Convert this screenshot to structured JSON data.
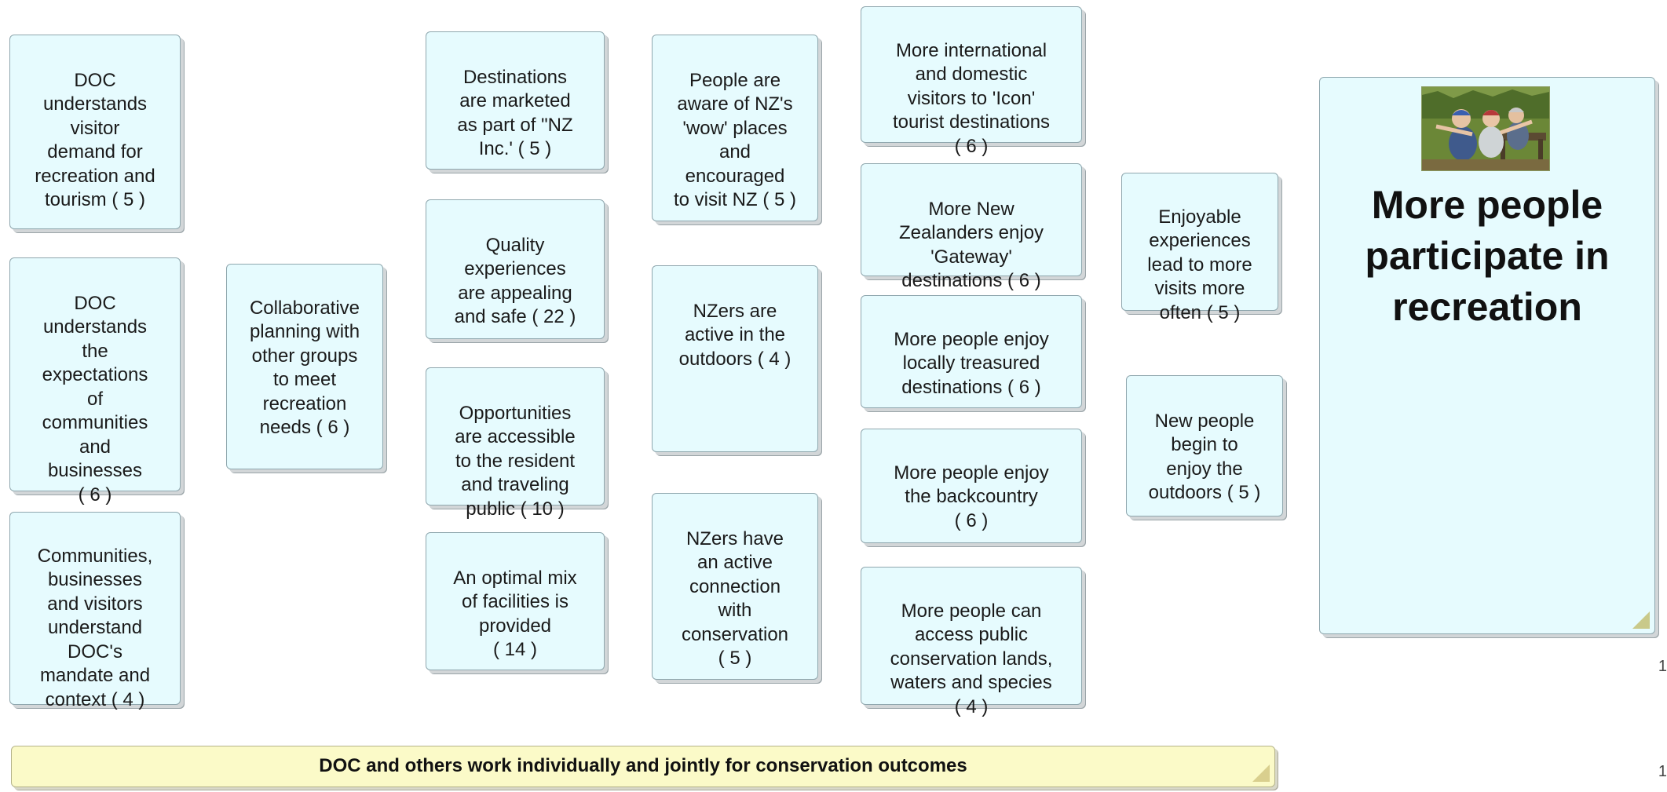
{
  "cards": [
    {
      "id": "c1",
      "text": "DOC\nunderstands\nvisitor\ndemand for\nrecreation and\ntourism ( 5 )"
    },
    {
      "id": "c2",
      "text": "DOC\nunderstands\nthe\nexpectations\nof\ncommunities\nand\nbusinesses\n( 6 )"
    },
    {
      "id": "c3",
      "text": "Communities,\nbusinesses\nand visitors\nunderstand\nDOC's\nmandate and\ncontext ( 4 )"
    },
    {
      "id": "c4",
      "text": "Collaborative\nplanning with\nother groups\nto meet\nrecreation\nneeds (  6 )"
    },
    {
      "id": "c5",
      "text": "Destinations\nare marketed\nas part of \"NZ\nInc.' ( 5 )"
    },
    {
      "id": "c6",
      "text": "Quality\nexperiences\nare appealing\nand safe ( 22 )"
    },
    {
      "id": "c7",
      "text": "Opportunities\nare accessible\nto the resident\nand traveling\npublic ( 10 )"
    },
    {
      "id": "c8",
      "text": "An optimal mix\nof facilities is\nprovided\n( 14 )"
    },
    {
      "id": "c9",
      "text": "People are\naware of NZ's\n'wow'  places\nand\nencouraged\nto visit NZ ( 5 )"
    },
    {
      "id": "c10",
      "text": "NZers are\nactive in the\noutdoors  ( 4 )"
    },
    {
      "id": "c11",
      "text": "NZers have\nan active\nconnection\nwith\nconservation\n( 5 )"
    },
    {
      "id": "c12",
      "text": "More international\nand domestic\nvisitors to 'Icon'\ntourist destinations\n( 6 )"
    },
    {
      "id": "c13",
      "text": "More New\nZealanders enjoy\n'Gateway'\ndestinations ( 6 )"
    },
    {
      "id": "c14",
      "text": "More people enjoy\nlocally treasured\ndestinations    ( 6 )"
    },
    {
      "id": "c15",
      "text": "More people enjoy\nthe backcountry\n( 6 )"
    },
    {
      "id": "c16",
      "text": "More people can\naccess public\nconservation lands,\nwaters and species\n( 4 )"
    },
    {
      "id": "c17",
      "text": "Enjoyable\nexperiences\nlead to more\nvisits more\noften ( 5 )"
    },
    {
      "id": "c18",
      "text": "New people\nbegin to\nenjoy the\noutdoors ( 5 )"
    }
  ],
  "outcome": {
    "title": "More people\nparticipate in\nrecreation"
  },
  "banner": {
    "text": "DOC and others work individually and jointly for conservation outcomes"
  },
  "edge_marks": [
    "1",
    "1"
  ]
}
